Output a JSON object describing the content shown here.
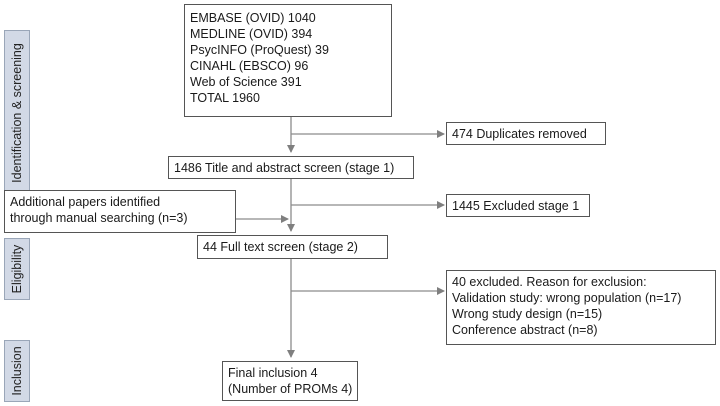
{
  "stages": [
    {
      "id": "identification",
      "label": "Identification & screening"
    },
    {
      "id": "eligibility",
      "label": "Eligibility"
    },
    {
      "id": "inclusion",
      "label": "Inclusion"
    }
  ],
  "boxes": {
    "databases": [
      "EMBASE (OVID) 1040",
      "MEDLINE (OVID) 394",
      "PsycINFO (ProQuest) 39",
      "CINAHL (EBSCO) 96",
      "Web of Science 391",
      "TOTAL 1960"
    ],
    "duplicates": [
      "474 Duplicates removed"
    ],
    "title_abstract": [
      "1486 Title and abstract screen (stage 1)"
    ],
    "additional": [
      "Additional papers identified",
      "through manual searching (n=3)"
    ],
    "excluded_stage1": [
      "1445 Excluded stage 1"
    ],
    "full_text": [
      "44 Full text screen (stage 2)"
    ],
    "excluded_stage2": [
      "40 excluded. Reason for exclusion:",
      "Validation study: wrong population (n=17)",
      "Wrong study design (n=15)",
      "Conference abstract (n=8)"
    ],
    "final": [
      "Final inclusion 4",
      "(Number of PROMs 4)"
    ]
  }
}
